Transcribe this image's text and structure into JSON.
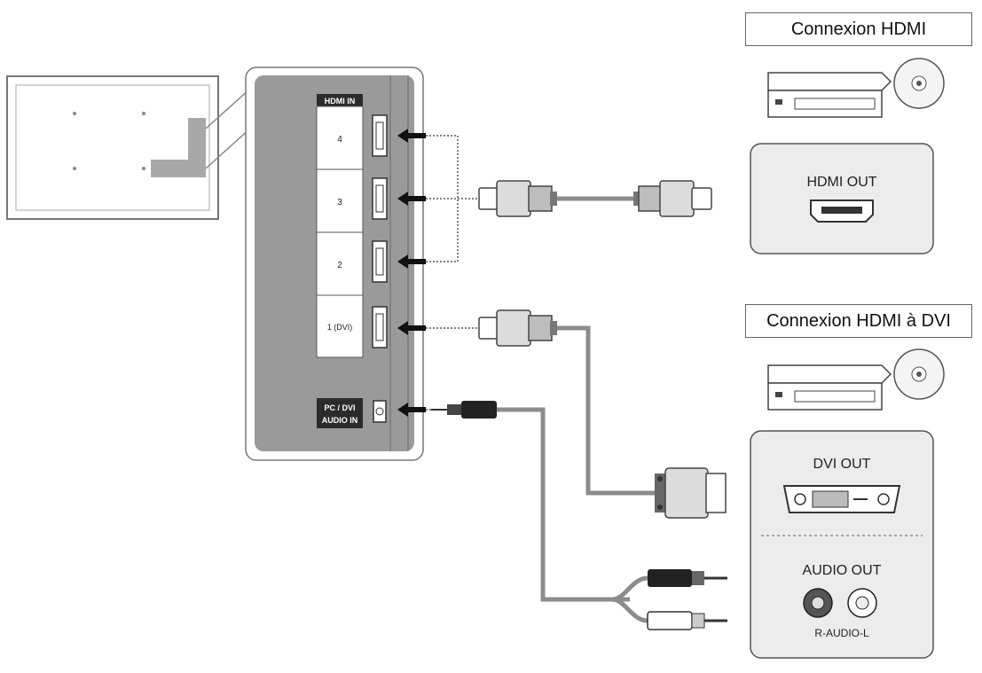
{
  "titles": {
    "hdmi": "Connexion HDMI",
    "hdmi_dvi": "Connexion HDMI à DVI"
  },
  "panel": {
    "hdmi_in_label": "HDMI IN",
    "ports": [
      "4",
      "3",
      "2",
      "1 (DVI)"
    ],
    "pc_dvi_audio_in": [
      "PC / DVI",
      "AUDIO IN"
    ]
  },
  "devices": {
    "hdmi_out": "HDMI OUT",
    "dvi_out": "DVI OUT",
    "audio_out": "AUDIO OUT",
    "r_audio_l": "R-AUDIO-L"
  },
  "colors": {
    "panel_gray": "#9a9a9a",
    "cable_gray": "#8c8c8c",
    "box_bg": "#ececec"
  }
}
